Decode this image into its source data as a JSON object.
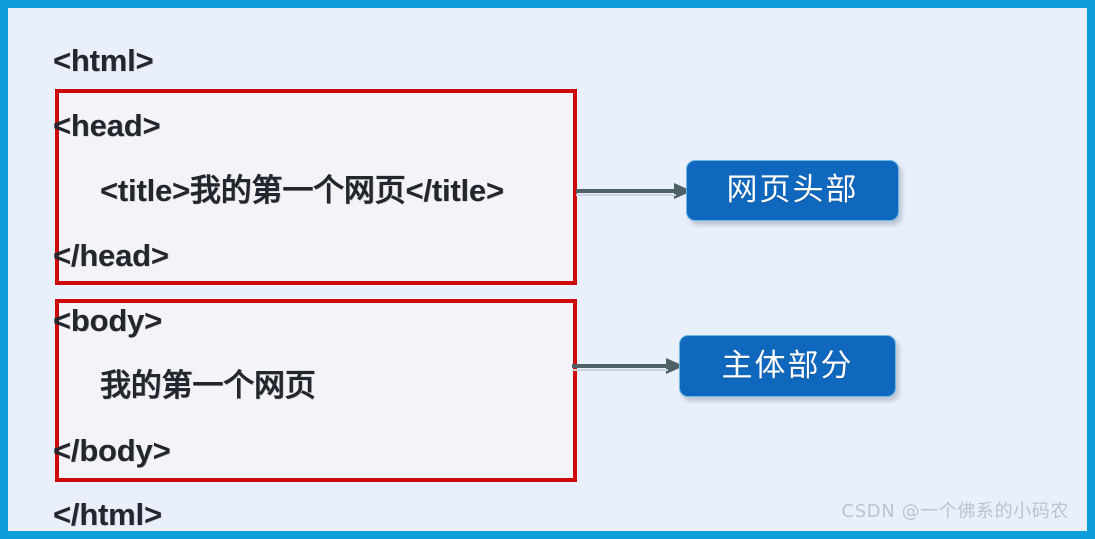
{
  "slide": {
    "border_color": "#0e9ddb",
    "background_color": "#eaf0fb"
  },
  "code": {
    "html_open": "<html>",
    "head_open": "<head>",
    "title_line": "<title>我的第一个网页</title>",
    "head_close": "</head>",
    "body_open": "<body>",
    "body_text": "我的第一个网页",
    "body_close": "</body>",
    "html_close": "</html>"
  },
  "highlights": {
    "head_box_color": "#cc0a0a",
    "body_box_color": "#cc0a0a"
  },
  "callouts": {
    "head_label": "网页头部",
    "body_label": "主体部分",
    "fill_color": "#1068be",
    "text_color": "#ffffff"
  },
  "arrows": {
    "color": "#4e6164",
    "head_arrow_name": "arrow-to-head-callout",
    "body_arrow_name": "arrow-to-body-callout"
  },
  "watermark": {
    "text": "CSDN @一个佛系的小码农"
  }
}
